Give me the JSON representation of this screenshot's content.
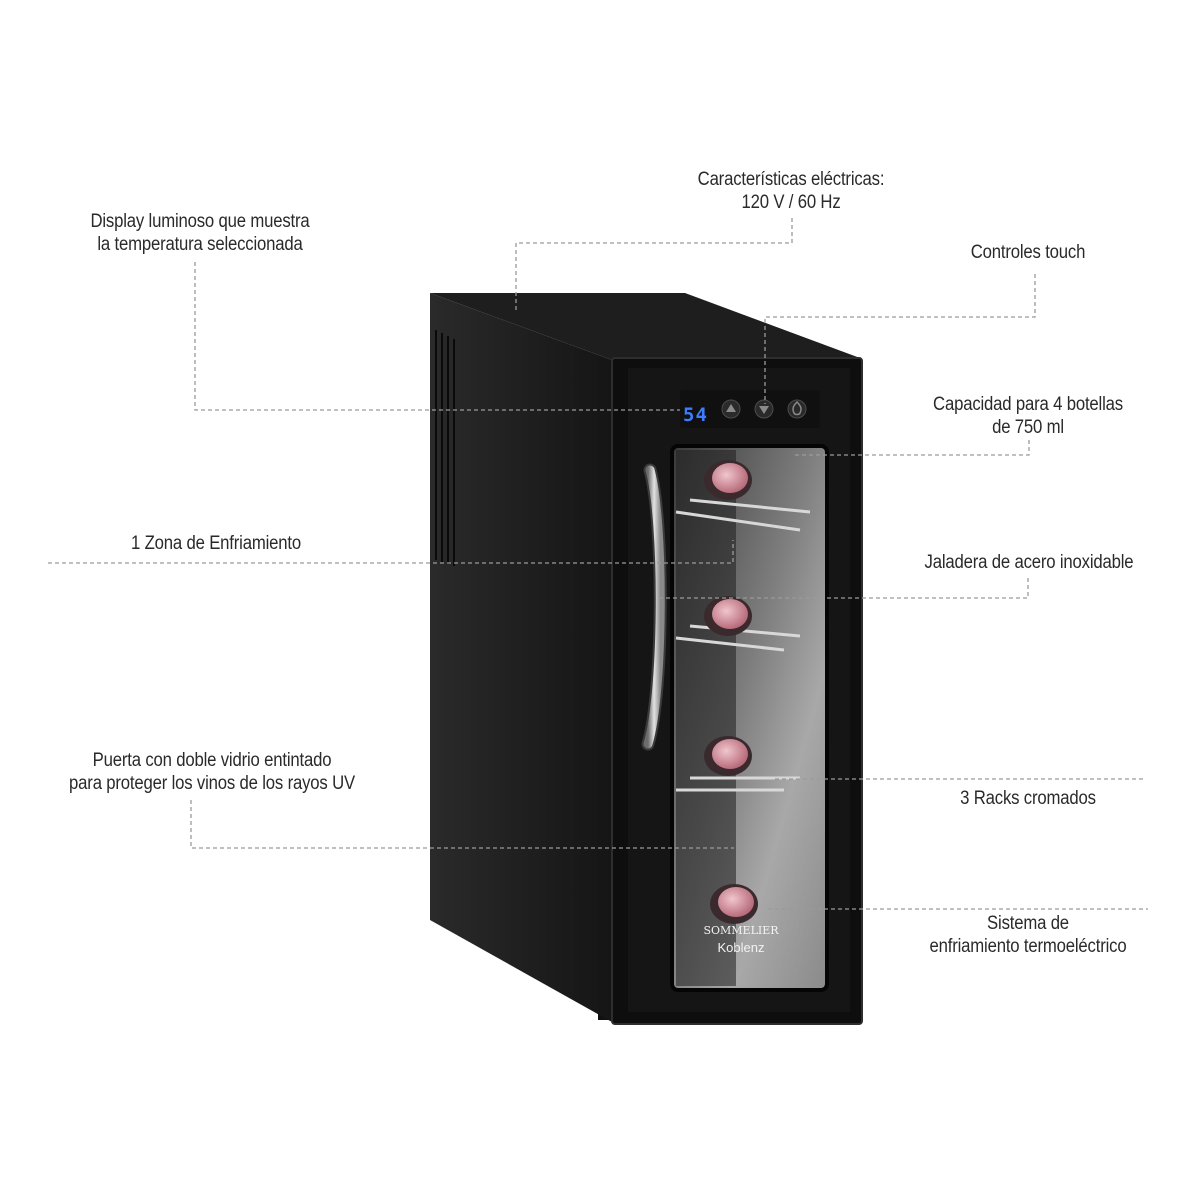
{
  "callouts": {
    "electrical": {
      "line1": "Características eléctricas:",
      "line2": "120 V / 60 Hz"
    },
    "display": {
      "line1": "Display luminoso que muestra",
      "line2": "la temperatura seleccionada"
    },
    "controls": {
      "line1": "Controles touch"
    },
    "capacity": {
      "line1": "Capacidad para 4 botellas",
      "line2": "de 750 ml"
    },
    "zone": {
      "line1": "1 Zona de Enfriamiento"
    },
    "handle": {
      "line1": "Jaladera de acero inoxidable"
    },
    "door": {
      "line1": "Puerta con doble vidrio entintado",
      "line2": "para proteger los vinos de los rayos UV"
    },
    "racks": {
      "line1": "3 Racks cromados"
    },
    "cooling": {
      "line1": "Sistema de",
      "line2": "enfriamiento termoeléctrico"
    }
  },
  "product": {
    "display_temp": "54",
    "brand_top": "SOMMELIER",
    "brand_bottom": "Koblenz"
  },
  "colors": {
    "cabinet": "#1c1c1c",
    "door_frame": "#0e0e0e",
    "display_digits": "#3e7cff",
    "bottle_cap": "#d99aa6",
    "callout_line": "#9a9a9a"
  }
}
